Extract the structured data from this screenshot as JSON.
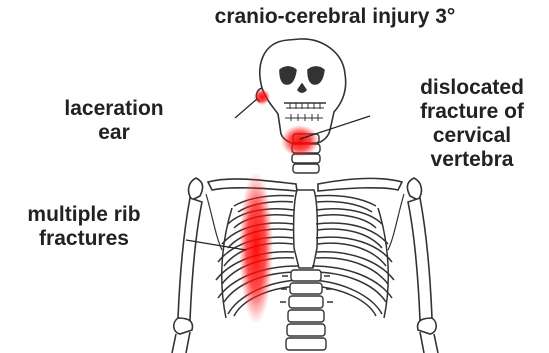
{
  "title": "cranio-cerebral injury 3°",
  "injuries": {
    "ear": {
      "lines": [
        "laceration",
        "ear"
      ]
    },
    "cervical": {
      "lines": [
        "dislocated",
        "fracture of",
        "cervical",
        "vertebra"
      ]
    },
    "ribs": {
      "lines": [
        "multiple rib",
        "fractures"
      ]
    }
  },
  "colors": {
    "injury": "#ff0000",
    "bone_outline": "#333333",
    "text": "#222222"
  }
}
